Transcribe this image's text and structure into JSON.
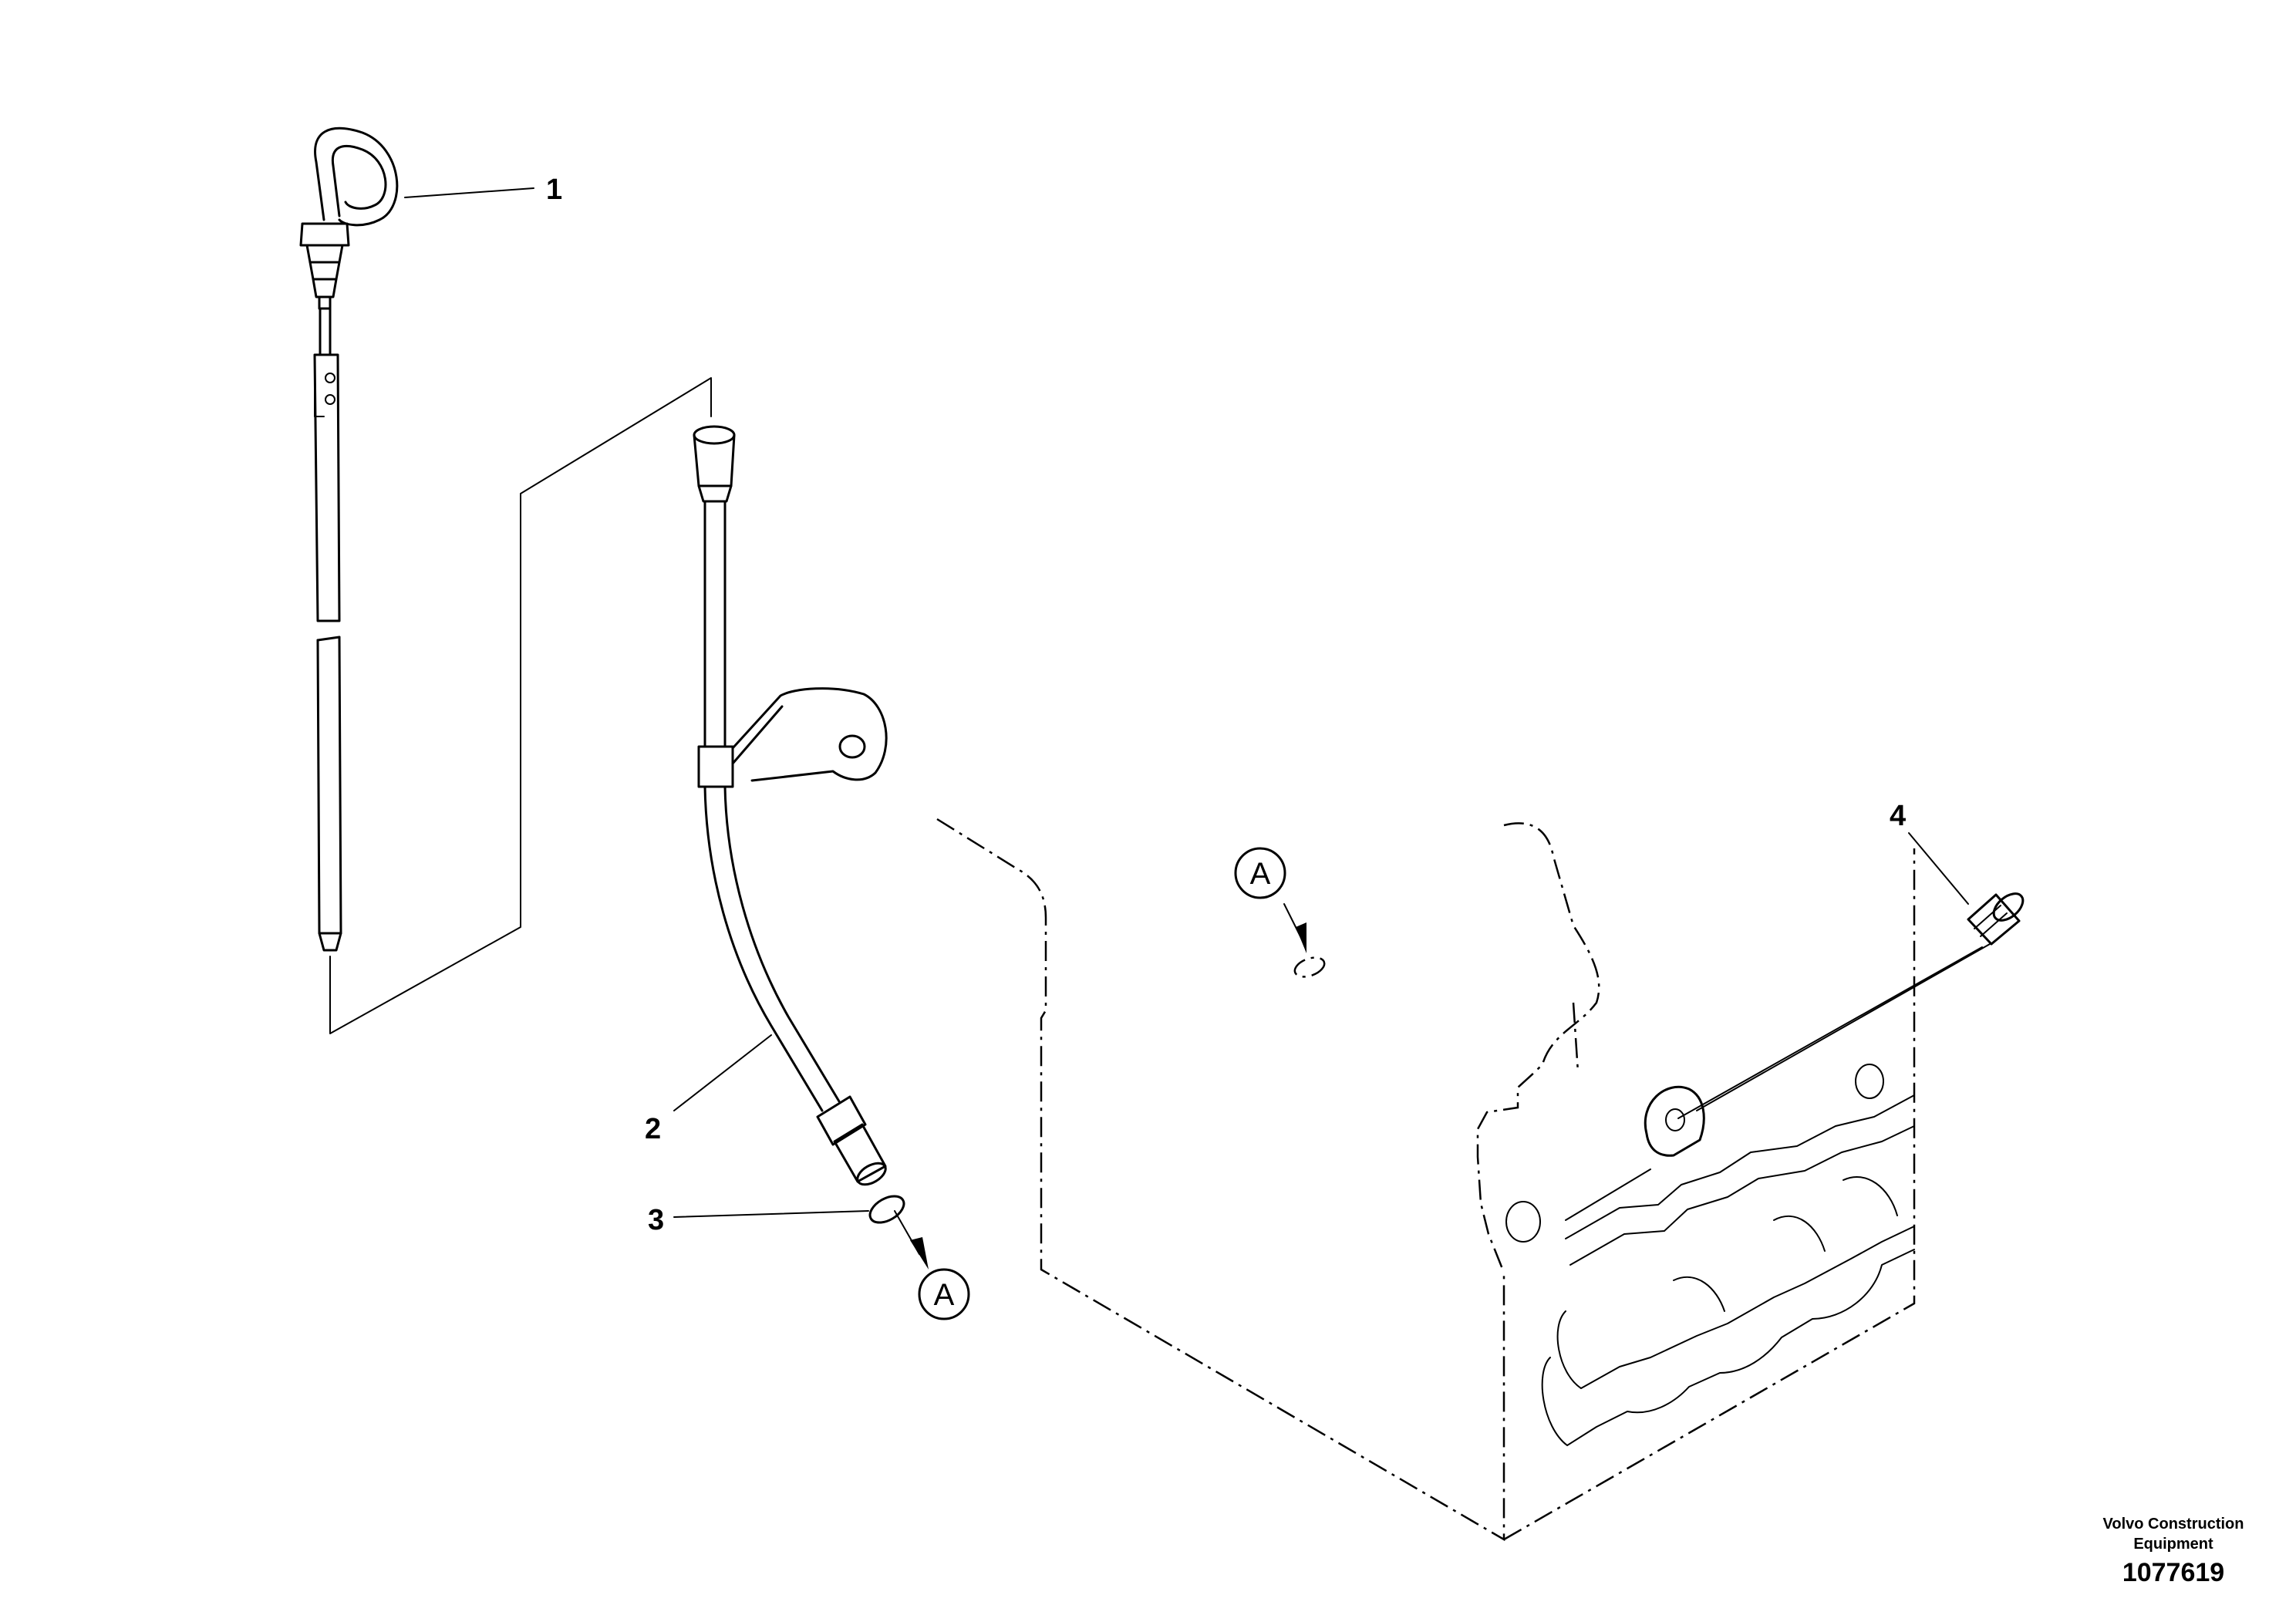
{
  "callouts": [
    {
      "label": "1"
    },
    {
      "label": "2"
    },
    {
      "label": "3"
    },
    {
      "label": "4"
    }
  ],
  "references": [
    {
      "label": "A"
    },
    {
      "label": "A"
    }
  ],
  "credit": {
    "line1": "Volvo Construction",
    "line2": "Equipment",
    "drawing_number": "1077619"
  }
}
